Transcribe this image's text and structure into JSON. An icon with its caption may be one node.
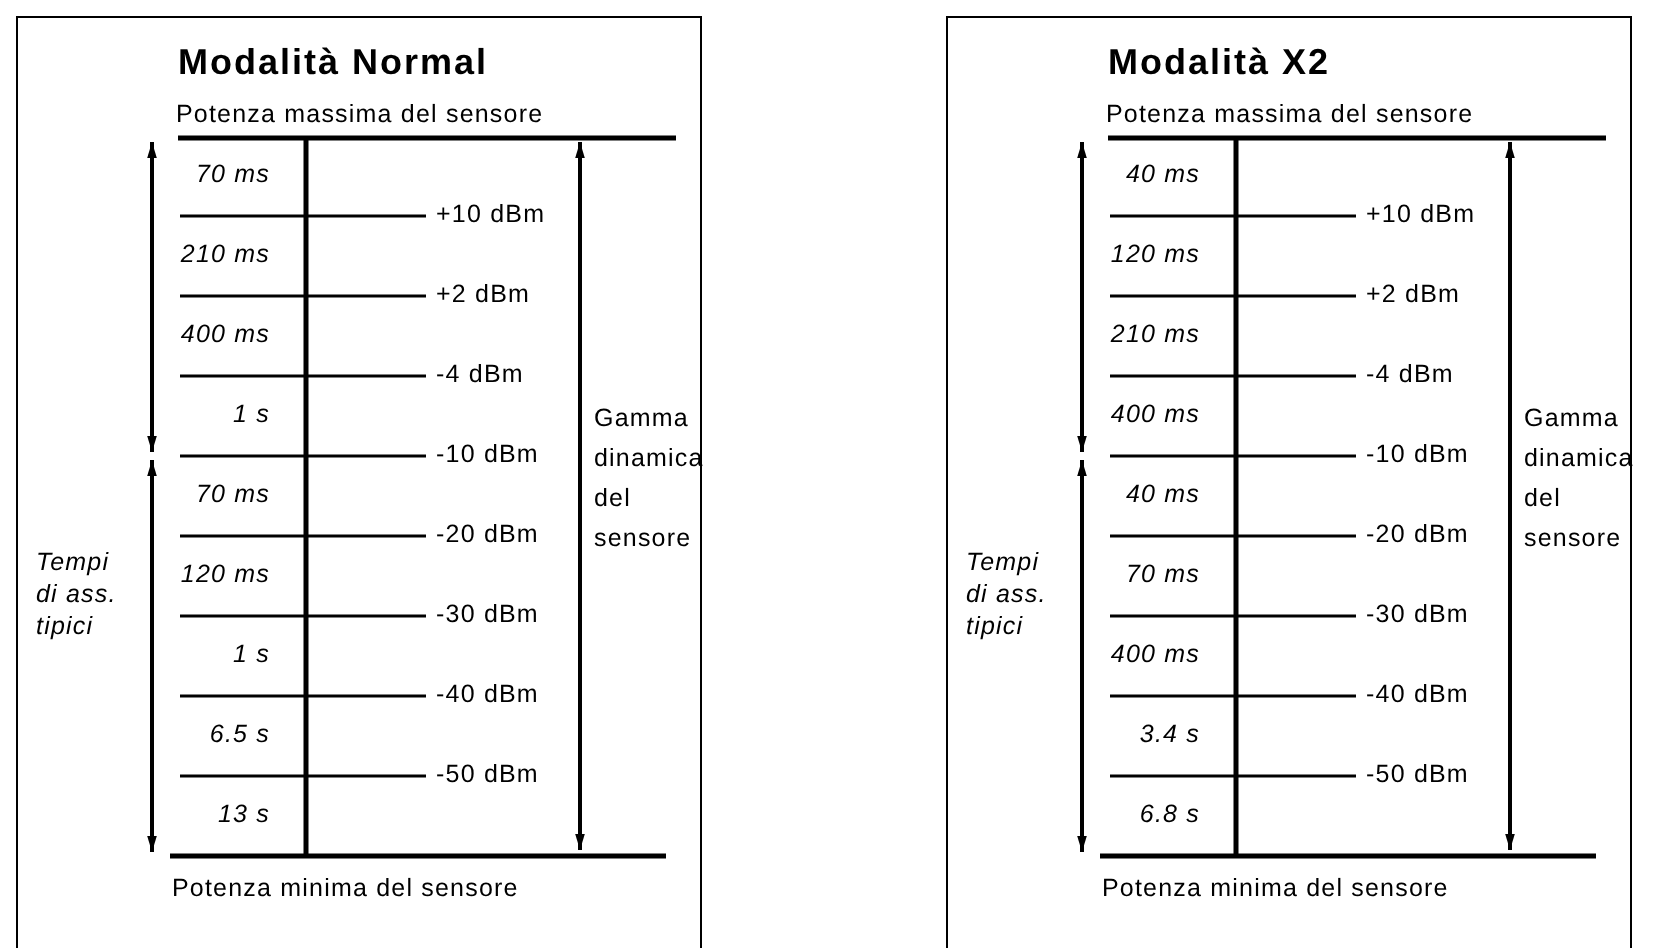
{
  "diagram": {
    "nodes": [
      {
        "text": [
          "Modalità Normal",
          "Potenza massima del sensore",
          "70 ms",
          "210 ms",
          "400 ms",
          "1 s",
          "70 ms",
          "120 ms",
          "1 s",
          "6.5 s",
          "13 s",
          "+10 dBm",
          "+2 dBm",
          "-4 dBm",
          "-10 dBm",
          "-20 dBm",
          "-30 dBm",
          "-40 dBm",
          "-50 dBm",
          "Tempi di ass. tipici",
          "Gamma dinamica del sensore",
          "Potenza minima del sensore"
        ]
      },
      {
        "text": [
          "Modalità X2",
          "Potenza massima del sensore",
          "40 ms",
          "120 ms",
          "210 ms",
          "400 ms",
          "40 ms",
          "70 ms",
          "400 ms",
          "3.4 s",
          "6.8 s",
          "+10 dBm",
          "+2 dBm",
          "-4 dBm",
          "-10 dBm",
          "-20 dBm",
          "-30 dBm",
          "-40 dBm",
          "-50 dBm",
          "Tempi di ass. tipici",
          "Gamma dinamica del sensore",
          "Potenza minima del sensore"
        ]
      }
    ]
  }
}
